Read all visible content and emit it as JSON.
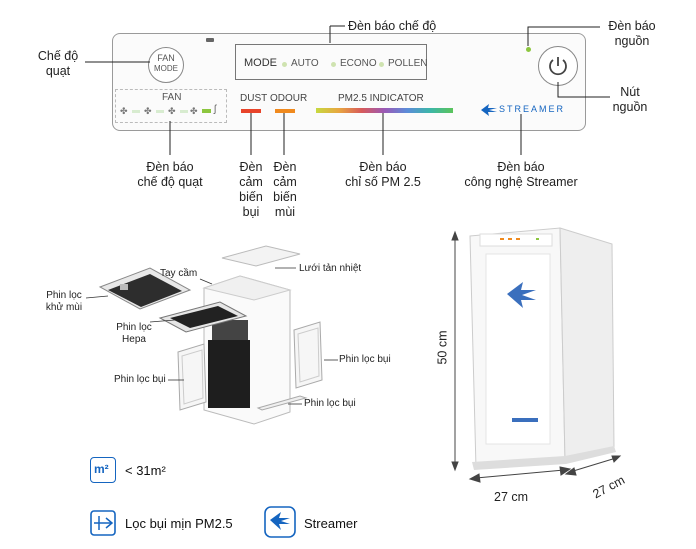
{
  "top_labels": {
    "fan_mode": "Chế độ\nquạt",
    "mode_indicator": "Đèn báo chế độ",
    "power_indicator": "Đèn báo\nnguồn",
    "power_button": "Nút\nnguồn"
  },
  "panel": {
    "fan_mode_button_line1": "FAN",
    "fan_mode_button_line2": "MODE",
    "mode_label": "MODE",
    "modes": [
      "AUTO",
      "ECONO",
      "POLLEN"
    ],
    "fan_label": "FAN",
    "dust_label": "DUST",
    "odour_label": "ODOUR",
    "pm_label": "PM2.5  INDICATOR",
    "streamer_label": "STREAMER",
    "colors": {
      "dust": "#e8442a",
      "odour": "#f08a1e",
      "power_led": "#8cc63f",
      "fan_led": "#8cc63f",
      "accent": "#1565c0"
    }
  },
  "bottom_labels": {
    "fan_indicator": "Đèn báo\nchế độ quạt",
    "dust_sensor": "Đèn\ncảm\nbiến\nbụi",
    "odour_sensor": "Đèn\ncảm\nbiến\nmùi",
    "pm_indicator": "Đèn báo\nchỉ số PM 2.5",
    "streamer_indicator": "Đèn báo\ncông nghệ Streamer"
  },
  "exploded": {
    "handle": "Tay cầm",
    "heat_mesh": "Lưới tản nhiệt",
    "odour_filter": "Phin lọc\nkhử mùi",
    "hepa_filter": "Phin lọc\nHepa",
    "dust_filter_left": "Phin lọc bụi",
    "dust_filter_right": "Phin lọc bụi",
    "dust_filter_bottom": "Phin lọc bụi"
  },
  "dimensions": {
    "height": "50 cm",
    "width": "27 cm",
    "depth": "27 cm"
  },
  "features": {
    "area_icon": "m²",
    "area": "< 31m²",
    "pm_filter": "Lọc bụi mịn PM2.5",
    "streamer": "Streamer"
  }
}
